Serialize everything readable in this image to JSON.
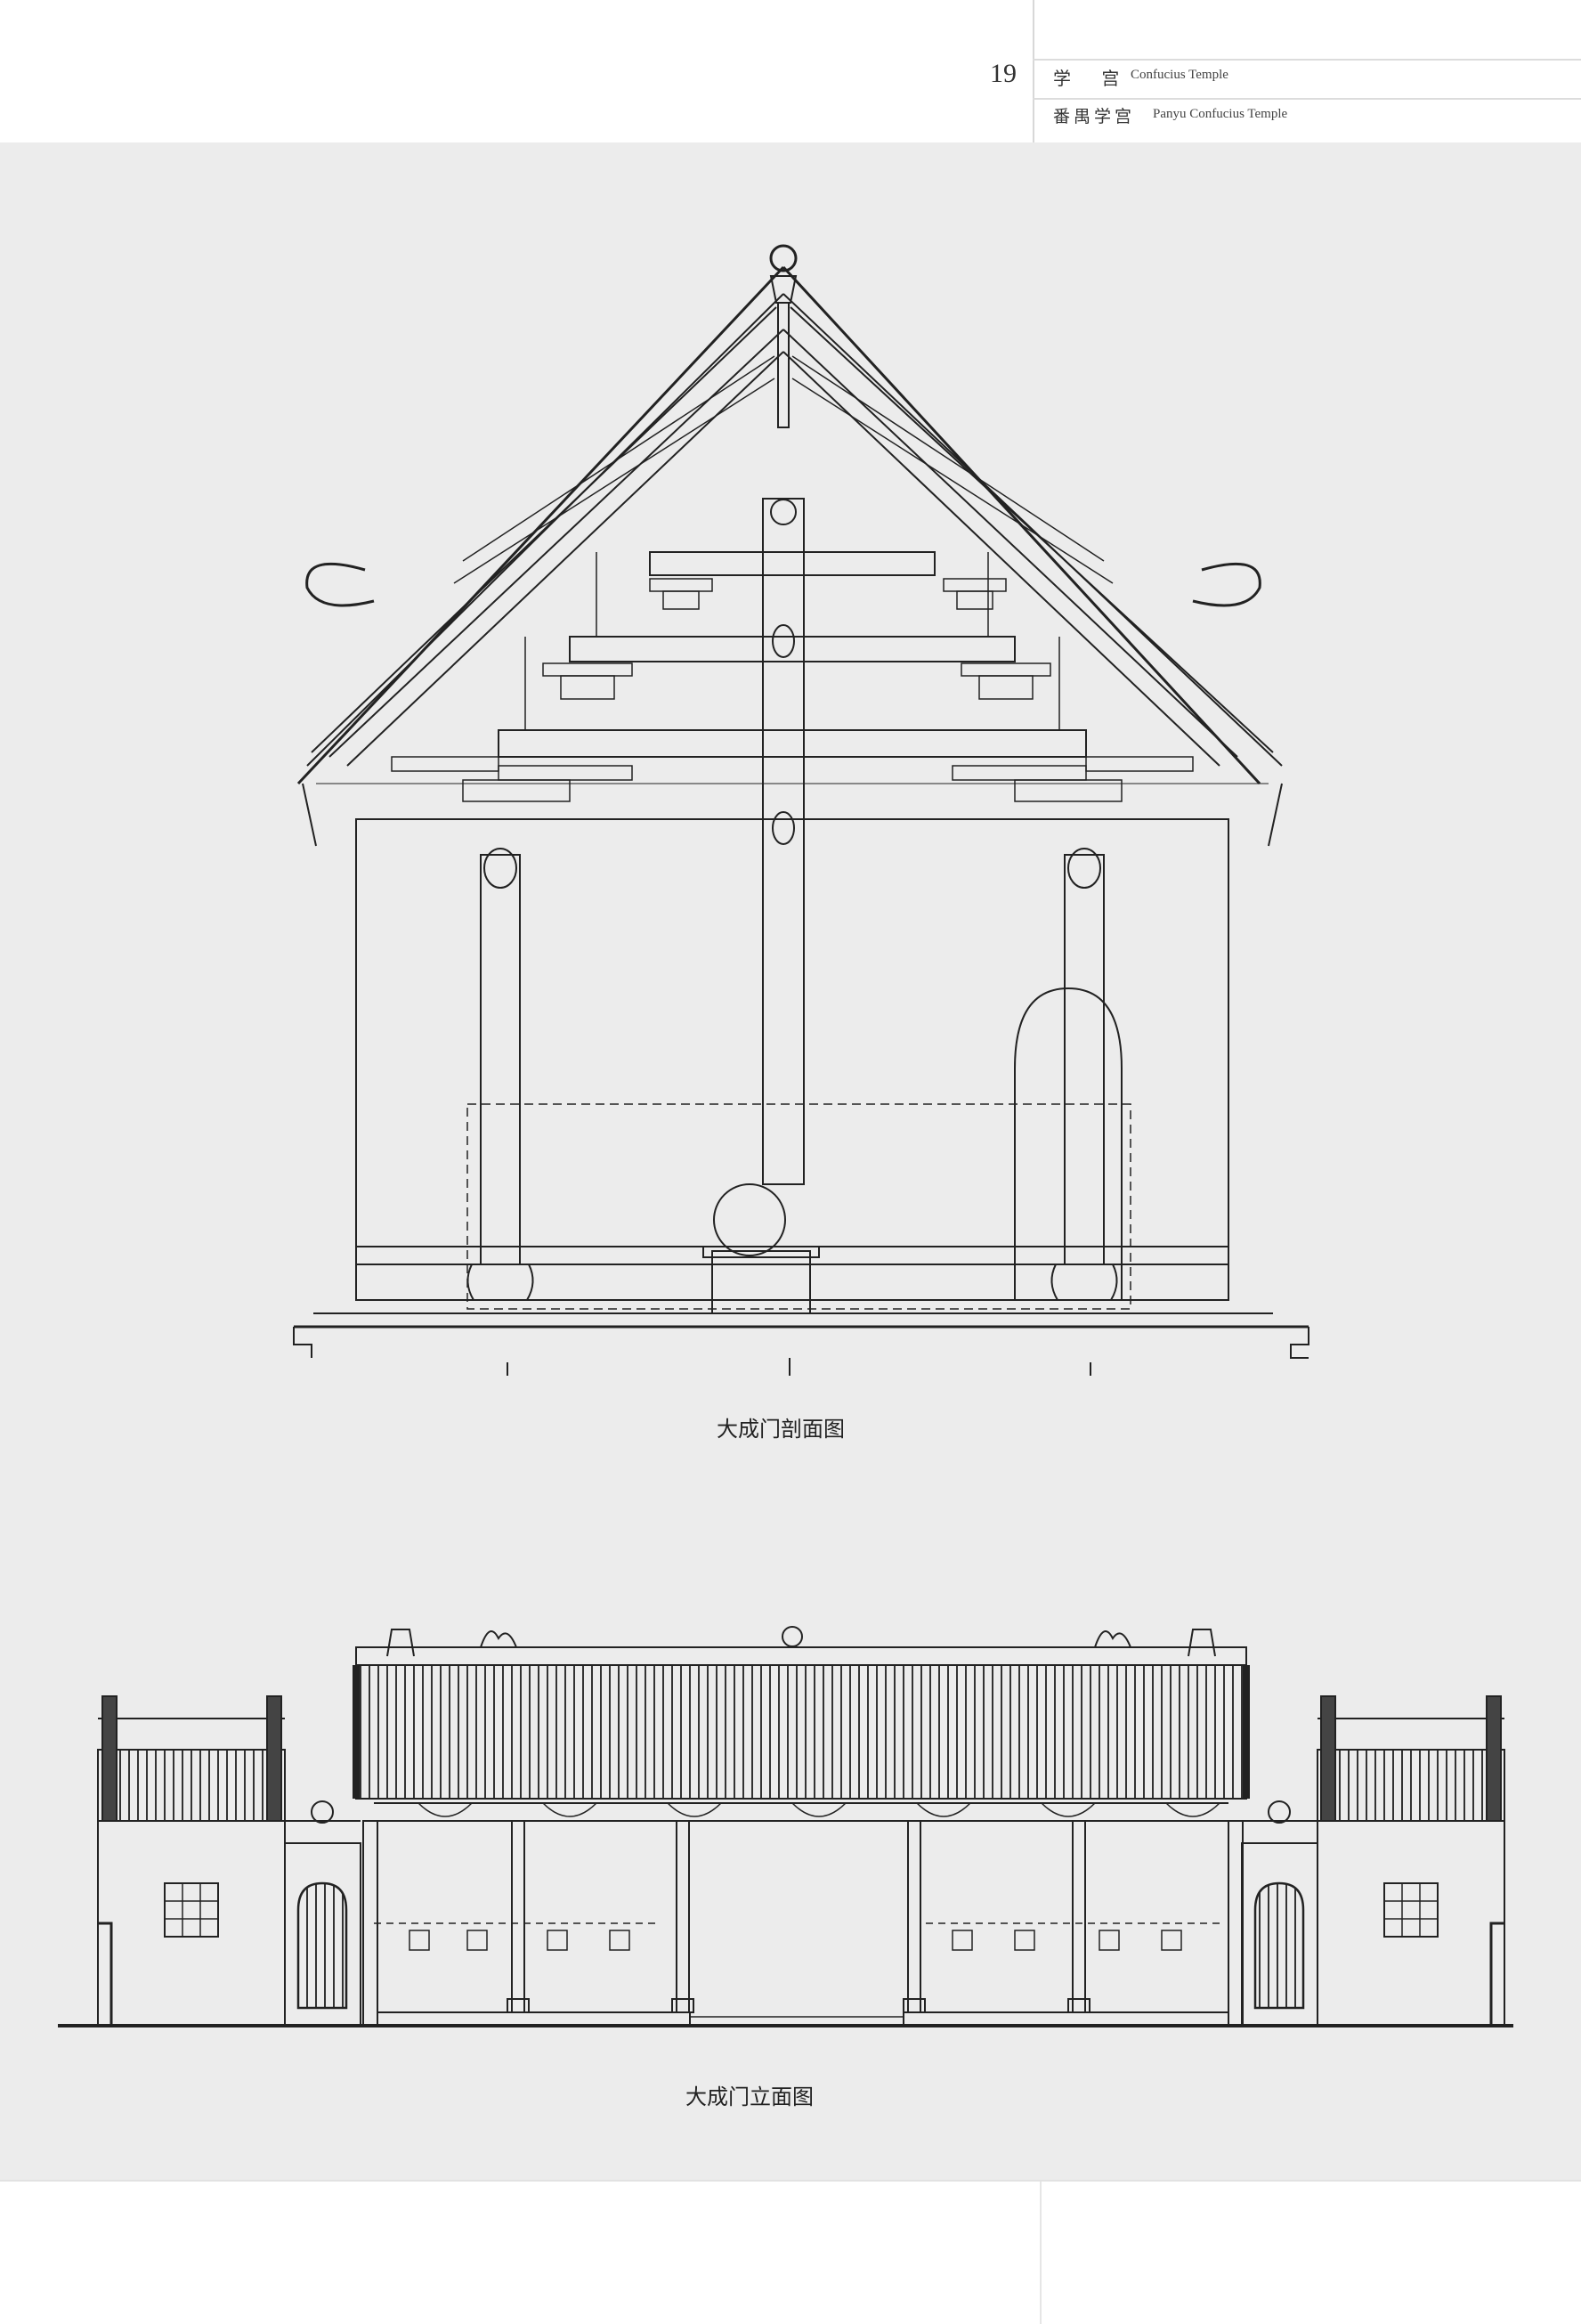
{
  "header": {
    "page_number": "19",
    "section_cn": "学 宫",
    "section_en": "Confucius Temple",
    "subsection_cn": "番禺学宫",
    "subsection_en": "Panyu Confucius Temple"
  },
  "figures": {
    "section_caption": "大成门剖面图",
    "elevation_caption": "大成门立面图"
  },
  "colors": {
    "ink": "#222222",
    "paper": "#ececec"
  }
}
